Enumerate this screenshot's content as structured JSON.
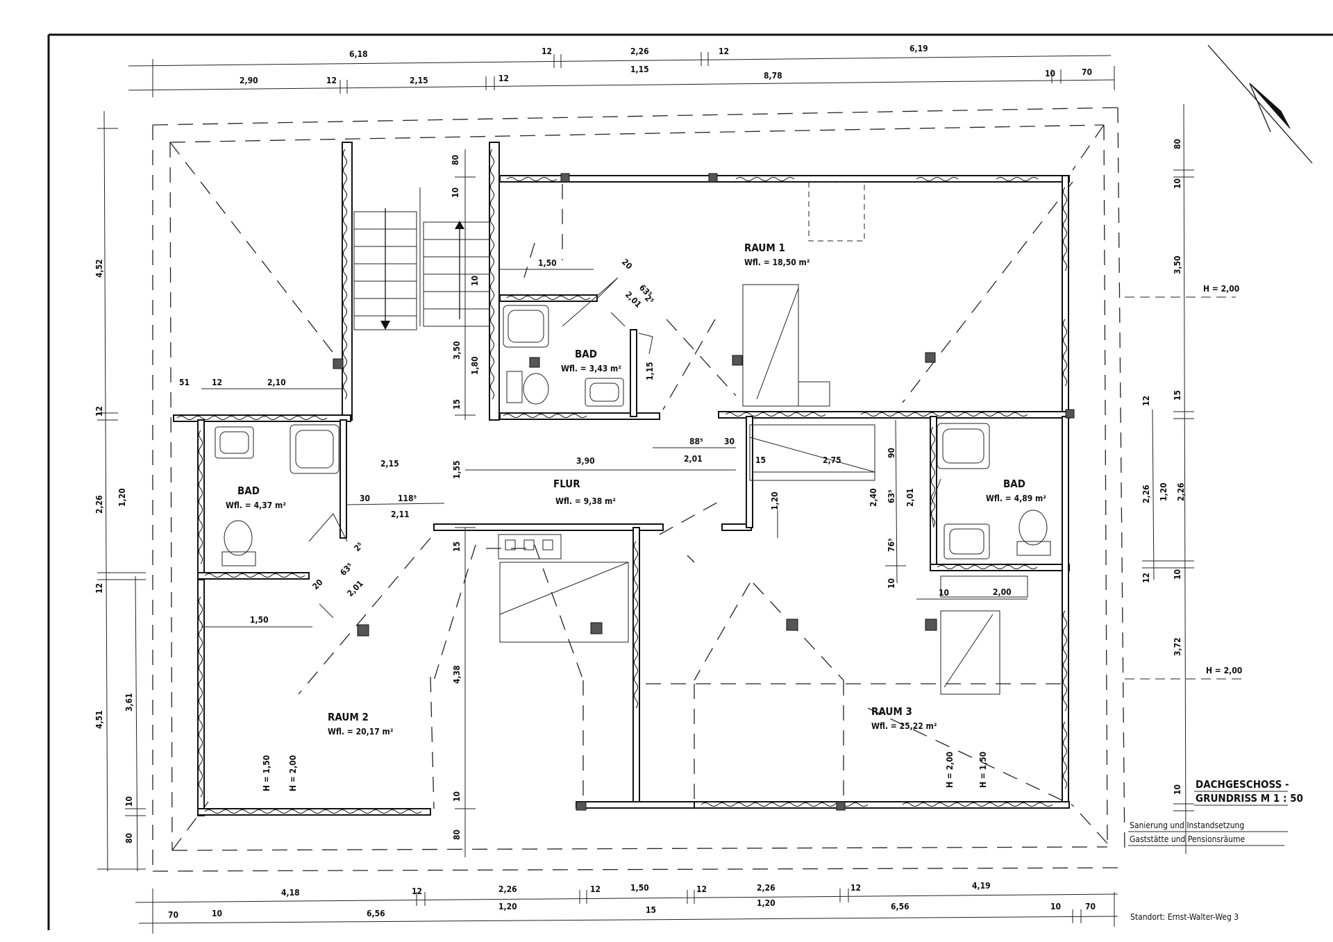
{
  "title": {
    "line1": "DACHGESCHOSS -",
    "line2": "GRUNDRISS M 1 : 50"
  },
  "project": {
    "line1": "Sanierung und Instandsetzung",
    "line2": "Gaststätte und Pensionsräume",
    "location": "Standort: Ernst-Walter-Weg 3"
  },
  "rooms": {
    "raum1": {
      "name": "RAUM 1",
      "area": "Wfl. = 18,50 m²"
    },
    "raum2": {
      "name": "RAUM 2",
      "area": "Wfl. = 20,17 m²"
    },
    "raum3": {
      "name": "RAUM 3",
      "area": "Wfl. = 25,22 m²"
    },
    "bad_top": {
      "name": "BAD",
      "area": "Wfl. = 3,43 m²"
    },
    "bad_left": {
      "name": "BAD",
      "area": "Wfl. = 4,37 m²"
    },
    "bad_right": {
      "name": "BAD",
      "area": "Wfl. = 4,89 m²"
    },
    "flur": {
      "name": "FLUR",
      "area": "Wfl. = 9,38 m²"
    }
  },
  "heights": {
    "h200_a": "H = 2,00",
    "h200_b": "H = 2,00",
    "h150_r2": "H = 1,50",
    "h200_r2": "H = 2,00",
    "h200_r3": "H = 2,00",
    "h150_r3": "H = 1,50"
  },
  "dims_top": {
    "d618": "6,18",
    "d12a": "12",
    "d226": "2,26",
    "d12b": "12",
    "d619": "6,19",
    "d290": "2,90",
    "d12c": "12",
    "d215": "2,15",
    "d12d": "12",
    "d115": "1,15",
    "d878": "8,78",
    "d10": "10",
    "d70": "70"
  },
  "dims_bottom": {
    "d418": "4,18",
    "d12a": "12",
    "d226a": "2,26",
    "d12b": "12",
    "d150": "1,50",
    "d12c": "12",
    "d226b": "2,26",
    "d12d": "12",
    "d419": "4,19",
    "d70a": "70",
    "d10a": "10",
    "d656a": "6,56",
    "d120a": "1,20",
    "d15": "15",
    "d120b": "1,20",
    "d656b": "6,56",
    "d10b": "10",
    "d70b": "70"
  },
  "dims_left": {
    "d452": "4,52",
    "d12a": "12",
    "d226": "2,26",
    "d120": "1,20",
    "d12b": "12",
    "d451": "4,51",
    "d361": "3,61",
    "d10": "10",
    "d80": "80"
  },
  "dims_right": {
    "d80": "80",
    "d10a": "10",
    "d350": "3,50",
    "d15": "15",
    "d12a": "12",
    "d226a": "2,26",
    "d120": "1,20",
    "d226b": "2,26",
    "d12b": "12",
    "d10b": "10",
    "d372": "3,72",
    "d10c": "10"
  },
  "dims_inner": {
    "d80": "80",
    "d10a": "10",
    "d10b": "10",
    "d350": "3,50",
    "d180": "1,80",
    "d15a": "15",
    "d155": "1,55",
    "d15b": "15",
    "d438": "4,38",
    "d10c": "10",
    "d80b": "80",
    "d150_top": "1,50",
    "d20_top": "20",
    "d635_top": "63⁵",
    "d201_top": "2,01",
    "d25_top": "2⁵",
    "d115_bad": "1,15",
    "d51": "51",
    "d12_left": "12",
    "d210": "2,10",
    "d215_flur": "2,15",
    "d390": "3,90",
    "d885": "88⁵",
    "d30_right": "30",
    "d201_flur": "2,01",
    "d15_flur": "15",
    "d275": "2,75",
    "d30_left": "30",
    "d1185": "118⁵",
    "d211": "2,11",
    "d120_flur": "1,20",
    "d20_left": "20",
    "d635_left": "63⁵",
    "d201_left": "2,01",
    "d25_left": "2⁵",
    "d150_left": "1,50",
    "d240": "2,40",
    "d90": "90",
    "d635_right": "63⁵",
    "d201_right": "2,01",
    "d765": "76⁵",
    "d10_right": "10",
    "d10_r3": "10",
    "d200_r3": "2,00"
  }
}
